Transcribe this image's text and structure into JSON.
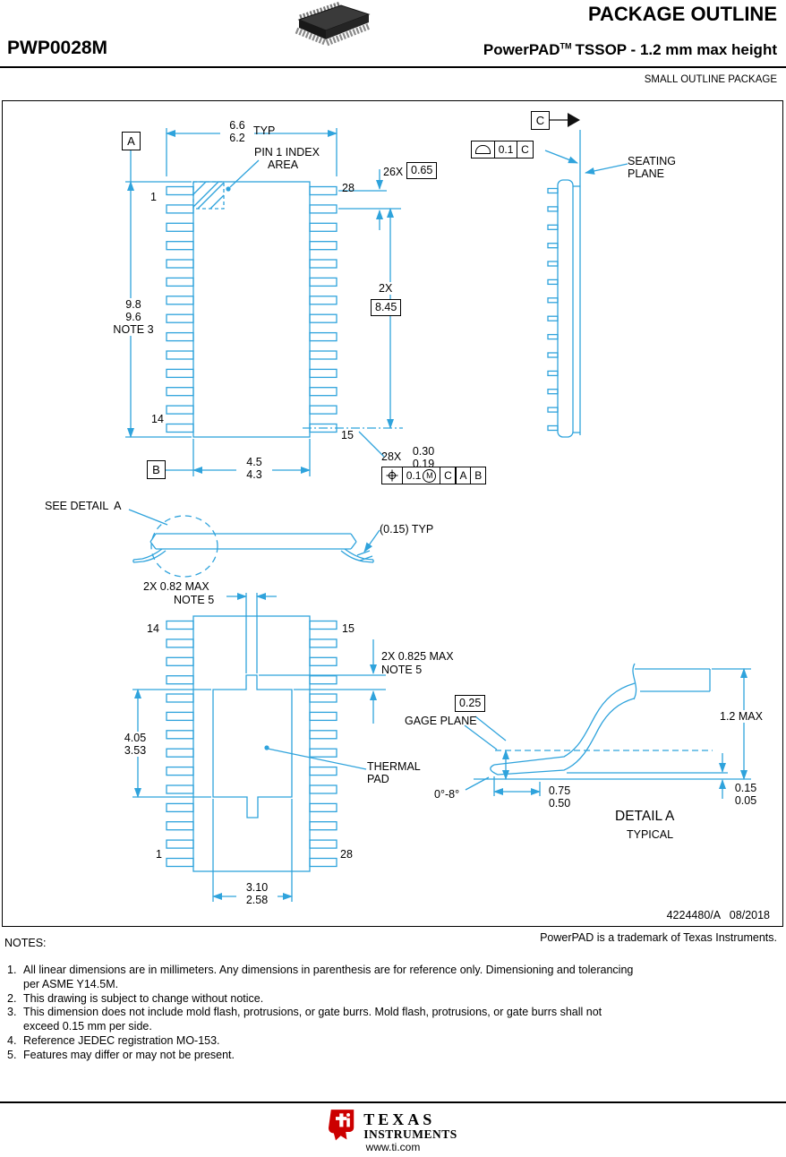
{
  "colors": {
    "line": "#2fa3dc",
    "text": "#000000",
    "logo_red": "#cc0000"
  },
  "header": {
    "part_number": "PWP0028M",
    "title": "PACKAGE OUTLINE",
    "brand": "PowerPAD",
    "tm": "TM",
    "subtitle": "TSSOP - 1.2 mm max height",
    "package_type": "SMALL OUTLINE PACKAGE"
  },
  "top_view": {
    "width_dim": {
      "l1": "6.6",
      "l2": "6.2",
      "suffix": "TYP"
    },
    "pin1_l1": "PIN 1 INDEX",
    "pin1_l2": "AREA",
    "datum_a": "A",
    "datum_b": "B",
    "pin1": "1",
    "pin14": "14",
    "pin15": "15",
    "pin28": "28",
    "pitch_prefix": "26X",
    "pitch_value": "0.65",
    "len_prefix": "2X",
    "len_value": "8.45",
    "height": {
      "l1": "9.8",
      "l2": "9.6",
      "l3": "NOTE 3"
    },
    "body_width": {
      "l1": "4.5",
      "l2": "4.3"
    },
    "lead": {
      "prefix": "28X",
      "l1": "0.30",
      "l2": "0.19"
    },
    "fcf": {
      "tol": "0.1",
      "mod": "M",
      "d1": "C",
      "d2": "A",
      "d3": "B"
    }
  },
  "side_view": {
    "datum_c": "C",
    "flatness": {
      "tol": "0.1",
      "datum": "C"
    },
    "seating_l1": "SEATING",
    "seating_l2": "PLANE"
  },
  "profile": {
    "see_detail": "SEE DETAIL  A",
    "typ": "(0.15) TYP"
  },
  "bottom_view": {
    "pad_tab_top": {
      "l1": "2X 0.82 MAX",
      "l2": "NOTE 5"
    },
    "pad_tab_right": {
      "l1": "2X 0.825 MAX",
      "l2": "NOTE 5"
    },
    "pin14": "14",
    "pin15": "15",
    "pin1": "1",
    "pin28": "28",
    "pad_height": {
      "l1": "4.05",
      "l2": "3.53"
    },
    "thermal_l1": "THERMAL",
    "thermal_l2": "PAD",
    "pad_width": {
      "l1": "3.10",
      "l2": "2.58"
    }
  },
  "detail_a": {
    "gage_value": "0.25",
    "gage_label": "GAGE PLANE",
    "max_height": "1.2 MAX",
    "angle": "0°-8°",
    "foot_len": {
      "l1": "0.75",
      "l2": "0.50"
    },
    "standoff": {
      "l1": "0.15",
      "l2": "0.05"
    },
    "title": "DETAIL A",
    "subtitle": "TYPICAL"
  },
  "drawing_number": "4224480/A   08/2018",
  "trademark": "PowerPAD is a trademark of Texas Instruments.",
  "notes": {
    "label": "NOTES:",
    "items": [
      {
        "num": "1.",
        "text": "All linear dimensions are in millimeters. Any dimensions in parenthesis are for reference only. Dimensioning and tolerancing\nper ASME Y14.5M."
      },
      {
        "num": "2.",
        "text": "This drawing is subject to change without notice."
      },
      {
        "num": "3.",
        "text": "This dimension does not include mold flash, protrusions, or gate burrs. Mold flash, protrusions, or gate burrs shall not\nexceed 0.15 mm per side."
      },
      {
        "num": "4.",
        "text": "Reference JEDEC registration MO-153."
      },
      {
        "num": "5.",
        "text": "Features may differ or may not be present."
      }
    ]
  },
  "footer": {
    "logo_l1": "TEXAS",
    "logo_l2": "INSTRUMENTS",
    "url": "www.ti.com"
  }
}
